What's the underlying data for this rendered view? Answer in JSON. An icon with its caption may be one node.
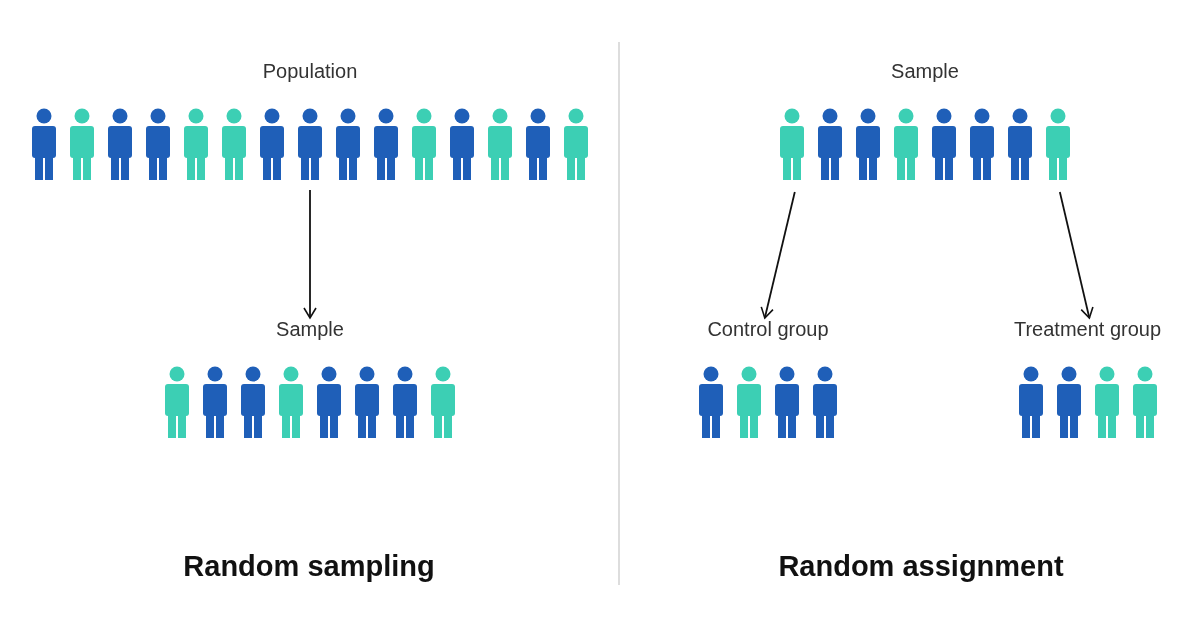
{
  "diagram": {
    "nodes": [
      {
        "text": [
          "Population"
        ]
      },
      {
        "text": [
          "Sample"
        ]
      },
      {
        "text": [
          "Sample"
        ]
      },
      {
        "text": [
          "Control group"
        ]
      },
      {
        "text": [
          "Treatment group"
        ]
      }
    ],
    "edges": [
      {
        "from": 0,
        "to": 1,
        "arrow": "to"
      },
      {
        "from": 2,
        "to": 3,
        "arrow": "to"
      },
      {
        "from": 2,
        "to": 4,
        "arrow": "to"
      }
    ],
    "labels": [
      "Random sampling",
      "Random assignment"
    ]
  }
}
